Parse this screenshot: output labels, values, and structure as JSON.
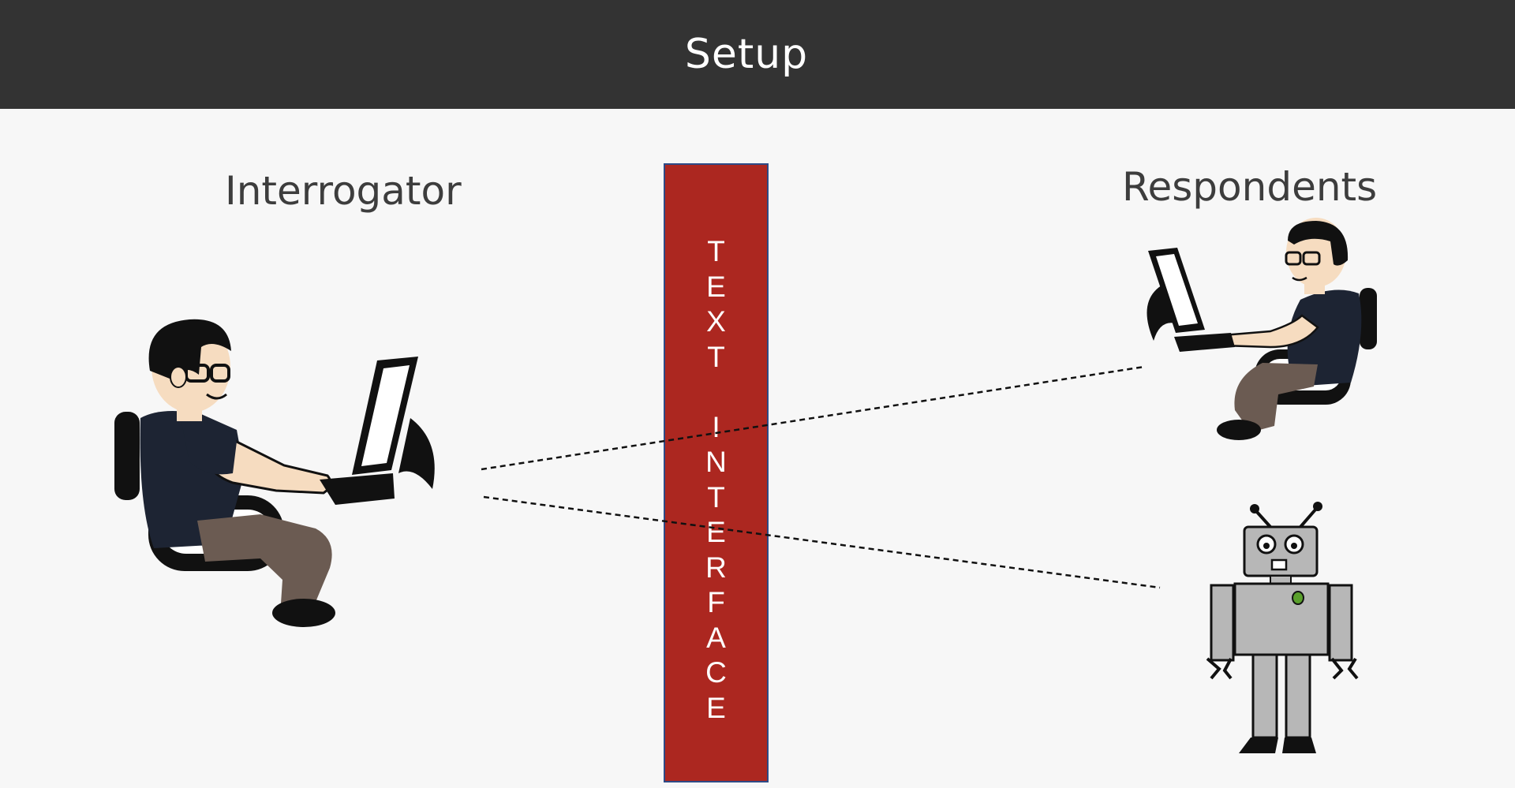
{
  "slide": {
    "title": "Setup",
    "left_label": "Interrogator",
    "right_label": "Respondents",
    "interface_label": "TEXT INTERFACE"
  },
  "colors": {
    "header_bg": "#333333",
    "interface_bar": "#ac2720",
    "interface_border": "#2e4a86",
    "shirt": "#1d2433",
    "pants": "#6b5b52",
    "skin": "#f6dcc0",
    "robot_body": "#b7b7b7"
  },
  "icons": {
    "interrogator": "person-at-computer-icon",
    "human_respondent": "person-at-computer-icon",
    "machine_respondent": "robot-icon"
  }
}
